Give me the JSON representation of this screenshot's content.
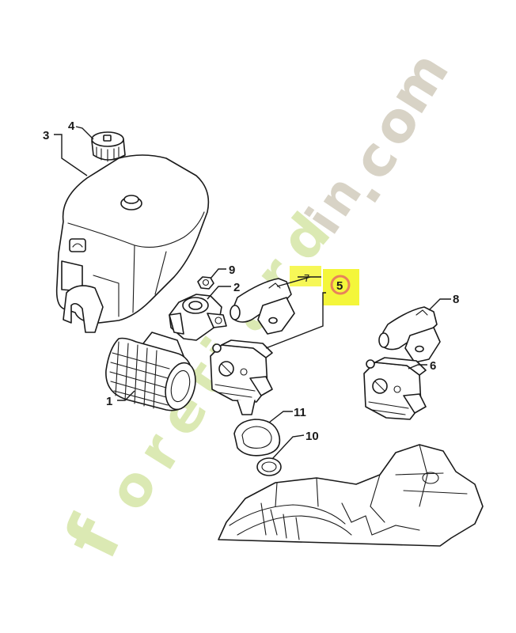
{
  "colors": {
    "line": "#1a1a1a",
    "highlight": "#f4f63a",
    "badge": "#e8825a",
    "watermark_green": "#dbe9b3",
    "watermark_grey": "#d8d3c6"
  },
  "callouts": [
    {
      "id": "c3",
      "text": "3"
    },
    {
      "id": "c4",
      "text": "4"
    },
    {
      "id": "c9",
      "text": "9"
    },
    {
      "id": "c2",
      "text": "2"
    },
    {
      "id": "c7",
      "text": "7"
    },
    {
      "id": "c5",
      "text": "5"
    },
    {
      "id": "c8",
      "text": "8"
    },
    {
      "id": "c6",
      "text": "6"
    },
    {
      "id": "c1",
      "text": "1"
    },
    {
      "id": "c11",
      "text": "11"
    },
    {
      "id": "c10",
      "text": "10"
    }
  ],
  "watermark": {
    "green": [
      "f",
      "o",
      "r",
      "e",
      "t",
      "j",
      "a",
      "r",
      "d"
    ],
    "grey": [
      "i",
      "n",
      ".",
      "c",
      "o",
      "m"
    ]
  }
}
